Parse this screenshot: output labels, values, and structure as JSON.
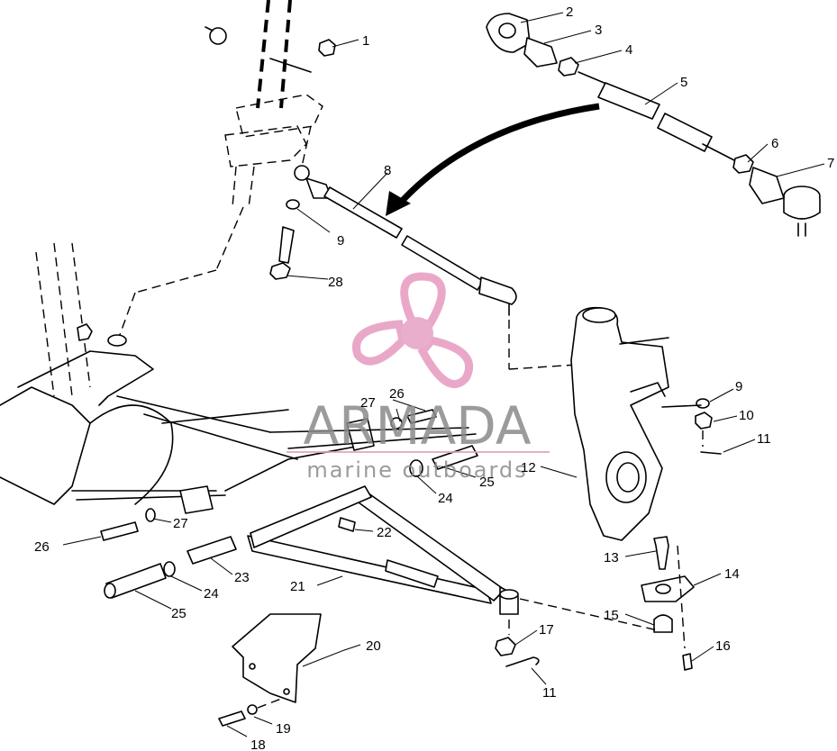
{
  "diagram": {
    "callouts": [
      "1",
      "2",
      "3",
      "4",
      "5",
      "6",
      "7",
      "8",
      "9",
      "28",
      "9",
      "10",
      "11",
      "27",
      "26",
      "12",
      "24",
      "25",
      "27",
      "26",
      "22",
      "23",
      "21",
      "24",
      "25",
      "13",
      "14",
      "15",
      "16",
      "17",
      "11",
      "20",
      "19",
      "18"
    ]
  },
  "watermark": {
    "brand": "ARMADA",
    "tagline": "marine outboards",
    "logo": "propeller-logo",
    "colors": {
      "logo_pink": "#e79ac0",
      "logo_hub": "#e6a0c4",
      "text": "#8a8a8a",
      "underline": "#e0a0c0"
    }
  }
}
